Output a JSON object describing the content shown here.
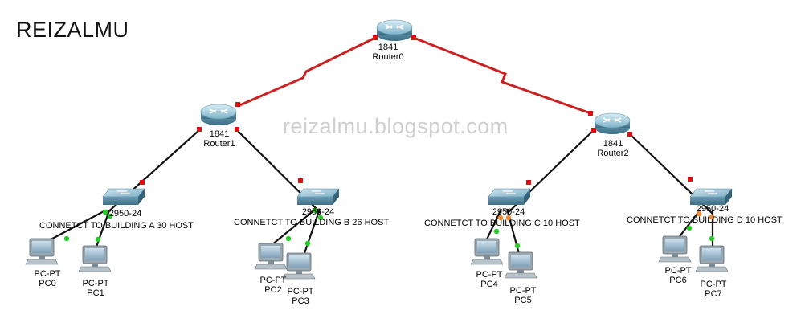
{
  "title": "REIZALMU",
  "watermark": "reizalmu.blogspot.com",
  "colors": {
    "serial_link": "#cc2020",
    "ethernet_link": "#111111",
    "port_up": "#22cc22",
    "port_blocked": "#ee8833",
    "serial_port": "#dd1111"
  },
  "routers": [
    {
      "model": "1841",
      "name": "Router0"
    },
    {
      "model": "1841",
      "name": "Router1"
    },
    {
      "model": "1841",
      "name": "Router2"
    }
  ],
  "switches": [
    {
      "model": "2950-24",
      "note": "CONNETCT TO BUILDING A 30 HOST"
    },
    {
      "model": "2950-24",
      "note": "CONNETCT TO BUILDING B 26 HOST"
    },
    {
      "model": "2950-24",
      "note": "CONNETCT TO BUILDING C 10 HOST"
    },
    {
      "model": "2950-24",
      "note": "CONNETCT TO BUILDING D 10 HOST"
    }
  ],
  "pcs": [
    {
      "type": "PC-PT",
      "name": "PC0"
    },
    {
      "type": "PC-PT",
      "name": "PC1"
    },
    {
      "type": "PC-PT",
      "name": "PC2"
    },
    {
      "type": "PC-PT",
      "name": "PC3"
    },
    {
      "type": "PC-PT",
      "name": "PC4"
    },
    {
      "type": "PC-PT",
      "name": "PC5"
    },
    {
      "type": "PC-PT",
      "name": "PC6"
    },
    {
      "type": "PC-PT",
      "name": "PC7"
    }
  ]
}
